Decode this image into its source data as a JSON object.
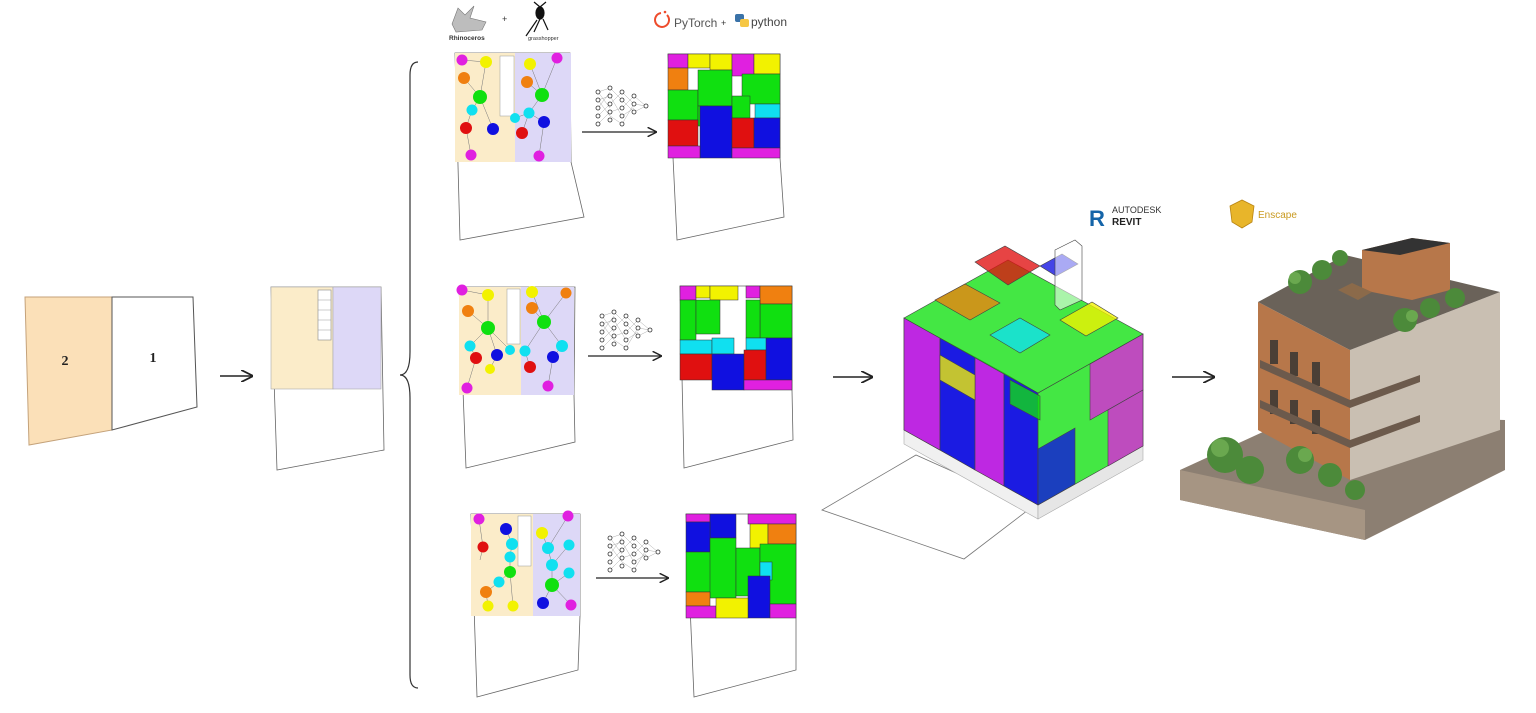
{
  "site": {
    "lot_left_label": "2",
    "lot_right_label": "1"
  },
  "logos": {
    "rhino_name": "Rhinoceros",
    "grasshopper_name": "grasshopper",
    "plus": "+",
    "pytorch_name": "PyTorch",
    "python_name": "python",
    "autodesk_name": "AUTODESK",
    "revit_name": "REVIT",
    "enscape_name": "Enscape"
  },
  "colors": {
    "magenta": "#e020e0",
    "yellow": "#f2f200",
    "green": "#10e010",
    "cyan": "#10e0f0",
    "blue": "#1010e0",
    "red": "#e01010",
    "orange": "#f08010",
    "zone_left": "#fbecc9",
    "zone_right": "#ddd8f7",
    "lot_orange": "#fbe0b8",
    "brick": "#b7774a",
    "pytorch_orange": "#ee4c2c",
    "python_blue": "#3a72a8",
    "python_yellow": "#f6c744",
    "revit_blue": "#1464a8",
    "enscape_gold": "#e8b52a"
  }
}
